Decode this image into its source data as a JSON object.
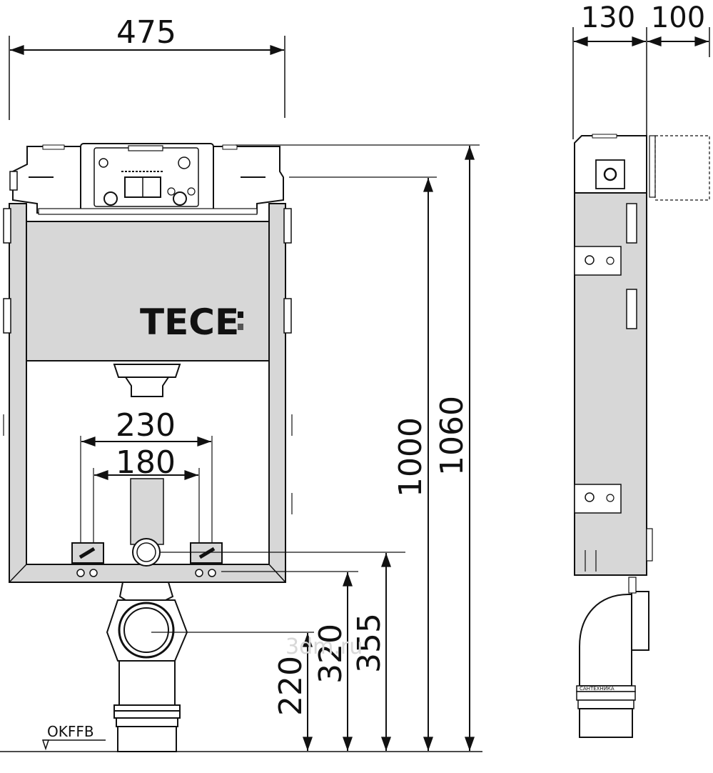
{
  "front_view": {
    "width_dim": "475",
    "brand": "TECE",
    "spacing_outer": "230",
    "spacing_inner": "180",
    "height_frame": "1000",
    "height_total": "1060",
    "height_connection_top": "355",
    "height_connection_mid": "320",
    "height_drain": "220",
    "floor_label": "OKFFB"
  },
  "side_view": {
    "depth_main": "130",
    "depth_extra": "100",
    "pipe_label": "САНТЕХНИКА"
  },
  "watermark": "3dm.ru",
  "colors": {
    "frame_fill": "#d7d7d7",
    "line": "#111111"
  }
}
